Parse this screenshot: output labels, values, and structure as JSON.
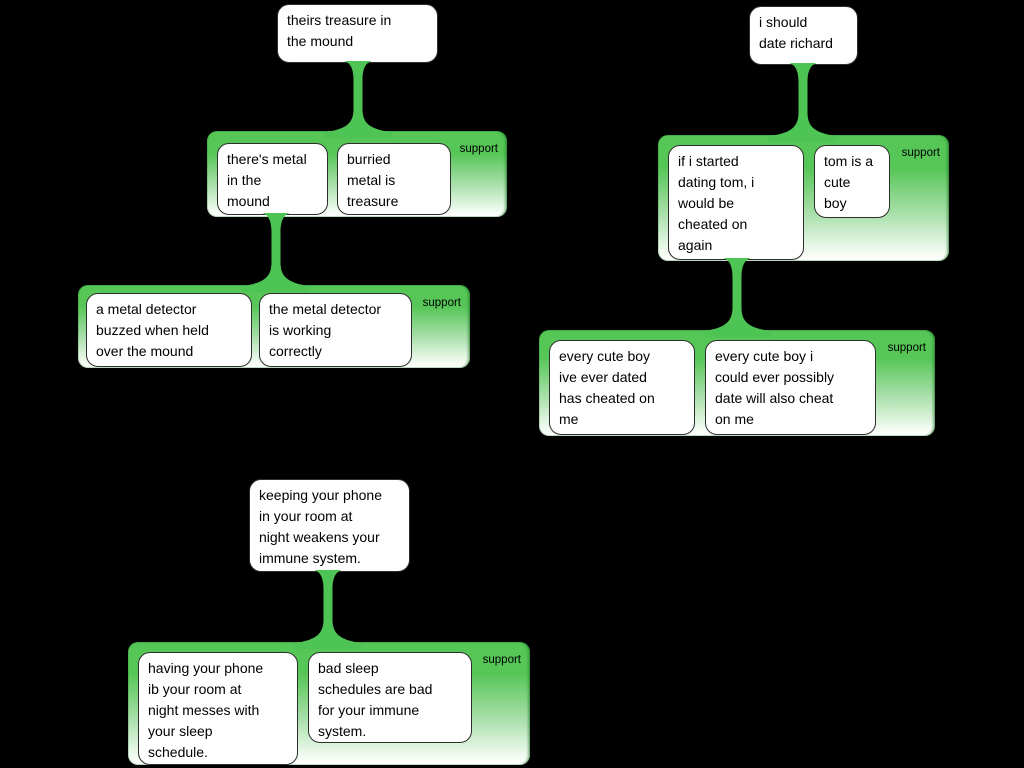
{
  "colors": {
    "background": "#000000",
    "connector_green": "#4ec455",
    "support_green": "#56c657",
    "box_fill": "#ffffff",
    "box_border": "#2e2e2e"
  },
  "trees": [
    {
      "root": "theirs treasure in\nthe mound",
      "supports": [
        {
          "label": "support",
          "premises": [
            "there's metal\nin the\nmound",
            "burried\nmetal is\ntreasure"
          ]
        },
        {
          "label": "support",
          "premises": [
            "a metal detector\nbuzzed when held\nover the mound",
            "the metal detector\nis working\ncorrectly"
          ]
        }
      ]
    },
    {
      "root": "i should\ndate richard",
      "supports": [
        {
          "label": "support",
          "premises": [
            "if i started\ndating tom, i\nwould be\ncheated on\nagain",
            "tom is a\ncute\nboy"
          ]
        },
        {
          "label": "support",
          "premises": [
            "every cute boy\nive ever dated\nhas cheated on\nme",
            "every cute boy i\ncould ever possibly\ndate will also cheat\non me"
          ]
        }
      ]
    },
    {
      "root": "keeping your phone\nin your room at\nnight weakens your\nimmune system.",
      "supports": [
        {
          "label": "support",
          "premises": [
            "having your phone\nib your room at\nnight messes with\nyour sleep\nschedule.",
            "bad sleep\nschedules are bad\nfor your immune\nsystem."
          ]
        }
      ]
    }
  ]
}
